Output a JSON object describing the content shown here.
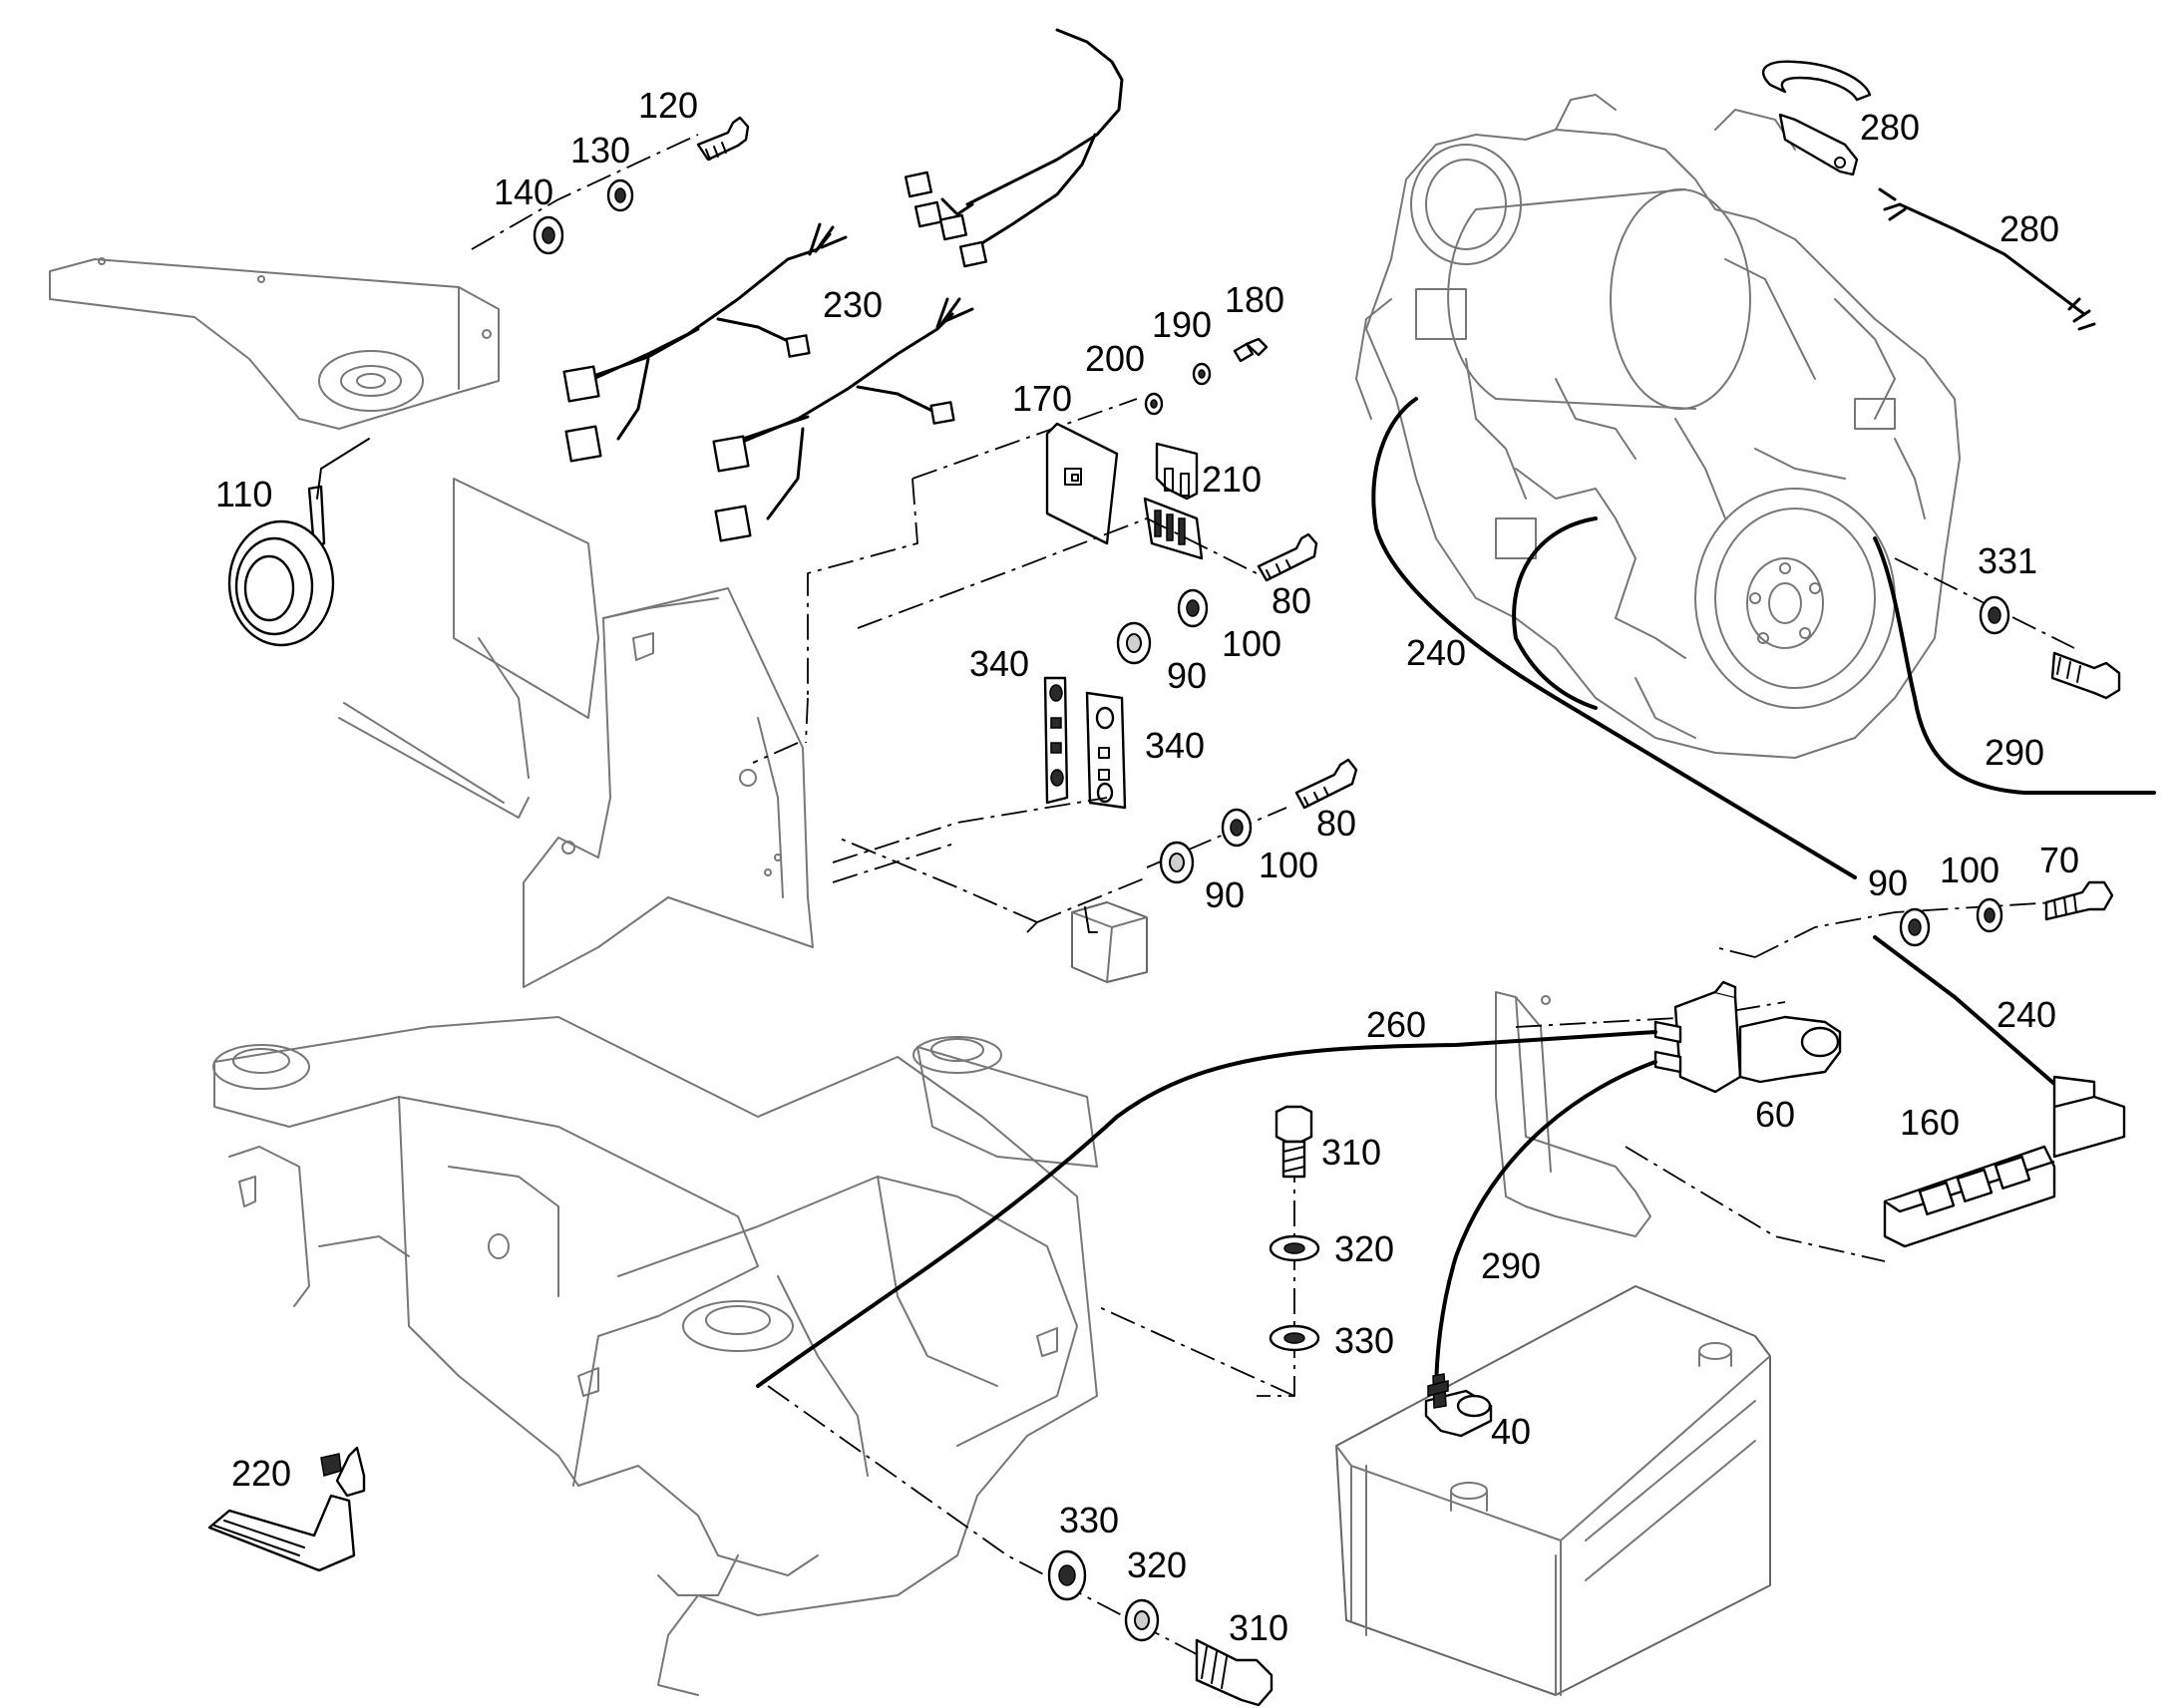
{
  "diagram": {
    "callouts": [
      {
        "key": "c120",
        "text": "120"
      },
      {
        "key": "c130",
        "text": "130"
      },
      {
        "key": "c140",
        "text": "140"
      },
      {
        "key": "c110",
        "text": "110"
      },
      {
        "key": "c230",
        "text": "230"
      },
      {
        "key": "c180",
        "text": "180"
      },
      {
        "key": "c190",
        "text": "190"
      },
      {
        "key": "c200",
        "text": "200"
      },
      {
        "key": "c170",
        "text": "170"
      },
      {
        "key": "c210",
        "text": "210"
      },
      {
        "key": "c80a",
        "text": "80"
      },
      {
        "key": "c100a",
        "text": "100"
      },
      {
        "key": "c90a",
        "text": "90"
      },
      {
        "key": "c340a",
        "text": "340"
      },
      {
        "key": "c340b",
        "text": "340"
      },
      {
        "key": "c80b",
        "text": "80"
      },
      {
        "key": "c100b",
        "text": "100"
      },
      {
        "key": "c90b",
        "text": "90"
      },
      {
        "key": "c280a",
        "text": "280"
      },
      {
        "key": "c280b",
        "text": "280"
      },
      {
        "key": "c331",
        "text": "331"
      },
      {
        "key": "c240a",
        "text": "240"
      },
      {
        "key": "c290a",
        "text": "290"
      },
      {
        "key": "c90c",
        "text": "90"
      },
      {
        "key": "c100c",
        "text": "100"
      },
      {
        "key": "c70",
        "text": "70"
      },
      {
        "key": "c240b",
        "text": "240"
      },
      {
        "key": "c260",
        "text": "260"
      },
      {
        "key": "c60",
        "text": "60"
      },
      {
        "key": "c160",
        "text": "160"
      },
      {
        "key": "c310a",
        "text": "310"
      },
      {
        "key": "c320a",
        "text": "320"
      },
      {
        "key": "c290b",
        "text": "290"
      },
      {
        "key": "c330a",
        "text": "330"
      },
      {
        "key": "c40",
        "text": "40"
      },
      {
        "key": "c220",
        "text": "220"
      },
      {
        "key": "c330b",
        "text": "330"
      },
      {
        "key": "c320b",
        "text": "320"
      },
      {
        "key": "c310b",
        "text": "310"
      }
    ]
  }
}
